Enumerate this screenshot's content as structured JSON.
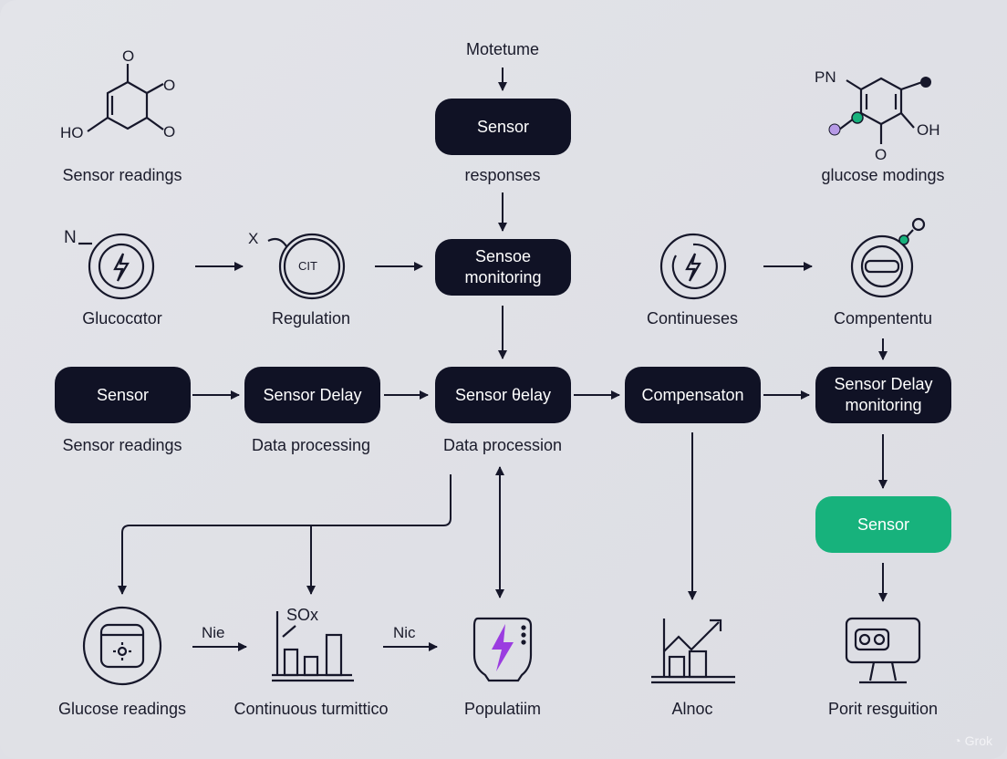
{
  "title": "Motetume",
  "boxes": {
    "sensor_top": "Sensor",
    "sensoe_monitoring": "Sensoe monitoring",
    "sensor_left": "Sensor",
    "sensor_delay": "Sensor Delay",
    "sensor_oelay": "Sensor θelay",
    "compensaton": "Compensaton",
    "sensor_delay_monitoring": "Sensor Delay monitoring",
    "sensor_green": "Sensor"
  },
  "labels": {
    "sensor_readings_top": "Sensor readings",
    "responses": "responses",
    "glucose_modings": "glucose modings",
    "glucocator": "Glucocαtor",
    "regulation": "Regulation",
    "continueses": "Continueses",
    "compententu": "Compententu",
    "sensor_readings_mid": "Sensor readings",
    "data_processing": "Data processing",
    "data_procession": "Data procession",
    "glucose_readings": "Glucose readings",
    "continuous_turmittico": "Continuous turmittico",
    "populatiim": "Populatiim",
    "alnoc": "Alnoc",
    "porit_resguition": "Porit resguition"
  },
  "annotations": {
    "ho": "HO",
    "o_top": "O",
    "o_right": "O",
    "o_bottom": "O",
    "pn": "PN",
    "oh": "OH",
    "o_mol2": "O",
    "n": "N",
    "x": "X",
    "cit": "CIT",
    "nie": "Nie",
    "nic": "Nic",
    "sox": "SOx"
  },
  "watermark": "Grok",
  "colors": {
    "box": "#101225",
    "accent_green": "#17b27c",
    "accent_purple": "#9b3de0",
    "background": "#e0e1e6"
  }
}
